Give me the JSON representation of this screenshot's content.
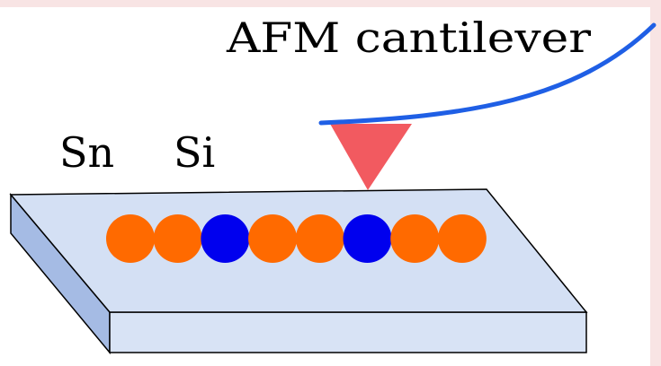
{
  "labels": {
    "cantilever": "AFM cantilever",
    "element_left": "Sn",
    "element_right": "Si"
  },
  "atoms": [
    {
      "element": "Sn"
    },
    {
      "element": "Sn"
    },
    {
      "element": "Si"
    },
    {
      "element": "Sn"
    },
    {
      "element": "Sn"
    },
    {
      "element": "Si"
    },
    {
      "element": "Sn"
    },
    {
      "element": "Sn"
    }
  ],
  "colors": {
    "Sn": "#ff6a00",
    "Si": "#0000ee",
    "substrate_top": "#d4e0f4",
    "substrate_front": "#d8e3f5",
    "substrate_left": "#a5bbe4",
    "tip": "#f25a60",
    "cantilever": "#1f5fe5",
    "border": "#f8e4e4"
  }
}
